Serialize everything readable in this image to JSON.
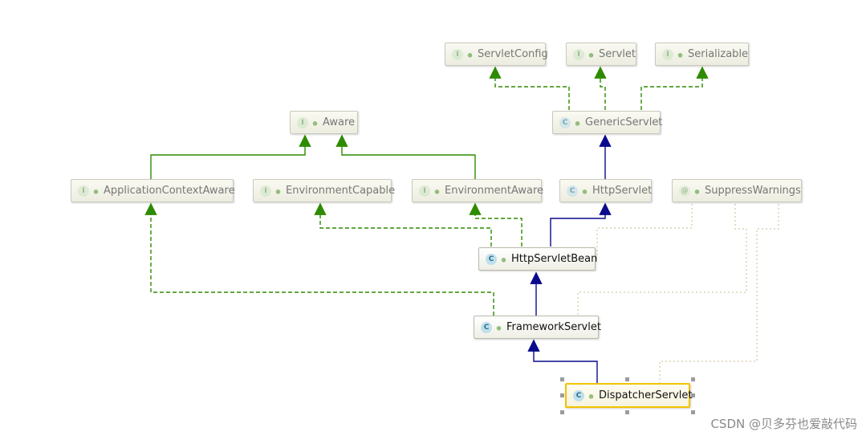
{
  "nodes": {
    "servlet_config": {
      "label": "ServletConfig",
      "kind": "interface",
      "badge": "I"
    },
    "servlet": {
      "label": "Servlet",
      "kind": "interface",
      "badge": "I"
    },
    "serializable": {
      "label": "Serializable",
      "kind": "interface",
      "badge": "I"
    },
    "aware": {
      "label": "Aware",
      "kind": "interface",
      "badge": "I"
    },
    "generic_servlet": {
      "label": "GenericServlet",
      "kind": "class",
      "badge": "C"
    },
    "application_context_aware": {
      "label": "ApplicationContextAware",
      "kind": "interface",
      "badge": "I"
    },
    "environment_capable": {
      "label": "EnvironmentCapable",
      "kind": "interface",
      "badge": "I"
    },
    "environment_aware": {
      "label": "EnvironmentAware",
      "kind": "interface",
      "badge": "I"
    },
    "http_servlet": {
      "label": "HttpServlet",
      "kind": "class",
      "badge": "C"
    },
    "suppress_warnings": {
      "label": "SuppressWarnings",
      "kind": "annotation",
      "badge": "@"
    },
    "http_servlet_bean": {
      "label": "HttpServletBean",
      "kind": "class",
      "badge": "C"
    },
    "framework_servlet": {
      "label": "FrameworkServlet",
      "kind": "class",
      "badge": "C"
    },
    "dispatcher_servlet": {
      "label": "DispatcherServlet",
      "kind": "class",
      "badge": "C"
    }
  },
  "colors": {
    "implements": "#2e8b00",
    "extends": "#0a0a8c",
    "annotation": "#d2c9a0",
    "selected": "#f2c200"
  },
  "watermark": "CSDN @贝多芬也爱敲代码"
}
